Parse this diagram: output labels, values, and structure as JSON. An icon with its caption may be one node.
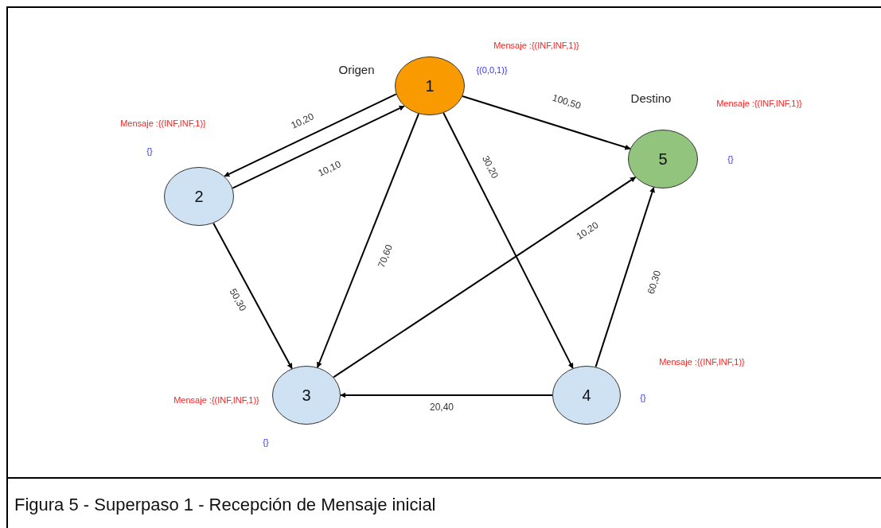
{
  "diagram": {
    "caption": "Figura 5 - Superpaso 1 - Recepción de Mensaje inicial",
    "nodes": [
      {
        "text": [
          "1"
        ],
        "beside": [
          "Origen",
          "Mensaje :{(INF,INF,1)}",
          "{(0,0,1)}"
        ]
      },
      {
        "text": [
          "2"
        ],
        "beside": [
          "Mensaje :{(INF,INF,1)}",
          "{}"
        ]
      },
      {
        "text": [
          "3"
        ],
        "beside": [
          "Mensaje :{(INF,INF,1)}",
          "{}"
        ]
      },
      {
        "text": [
          "4"
        ],
        "beside": [
          "Mensaje :{(INF,INF,1)}",
          "{}"
        ]
      },
      {
        "text": [
          "5"
        ],
        "beside": [
          "Destino",
          "Mensaje :{(INF,INF,1)}",
          "{}"
        ]
      }
    ],
    "edges": [
      {
        "from": 0,
        "to": 1,
        "arrow": "to",
        "label": "10,20"
      },
      {
        "from": 1,
        "to": 0,
        "arrow": "to",
        "label": "10,10"
      },
      {
        "from": 0,
        "to": 4,
        "arrow": "to",
        "label": "100,50"
      },
      {
        "from": 0,
        "to": 2,
        "arrow": "to",
        "label": "70,60"
      },
      {
        "from": 0,
        "to": 3,
        "arrow": "to",
        "label": "30,20"
      },
      {
        "from": 1,
        "to": 2,
        "arrow": "to",
        "label": "50,30"
      },
      {
        "from": 2,
        "to": 4,
        "arrow": "to",
        "label": "10,20"
      },
      {
        "from": 3,
        "to": 4,
        "arrow": "to",
        "label": "60,30"
      },
      {
        "from": 3,
        "to": 2,
        "arrow": "to",
        "label": "20,40"
      }
    ]
  }
}
